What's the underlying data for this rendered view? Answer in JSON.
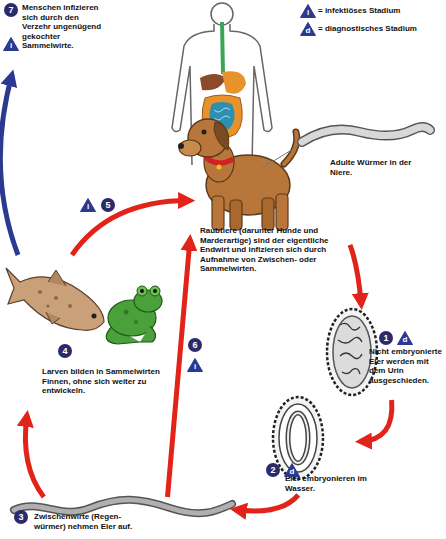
{
  "diagram": {
    "nodes": [
      {
        "text": [
          "Menschen infizieren sich durch den Verzehr ungenügend gekochter Sammelwirte."
        ]
      },
      {
        "text": [
          "Raubtiere (darunter Hunde und Marderartige) sind der eigentliche Endwirt und infizieren sich durch Aufnahme von Zwischen- oder Sammelwirten."
        ]
      },
      {
        "text": [
          "Nicht embryonierte Eier werden mit dem Urin ausgeschieden."
        ]
      },
      {
        "text": [
          "Eier embryonieren im Wasser."
        ]
      },
      {
        "text": [
          "Zwischenwirte (Regen- würmer) nehmen Eier auf."
        ]
      },
      {
        "text": [
          "Larven bilden in Sammelwirten Finnen, ohne sich weiter zu entwickeln."
        ]
      }
    ],
    "edges": [
      {
        "from": 1,
        "to": 2,
        "arrow": "to"
      },
      {
        "from": 2,
        "to": 3,
        "arrow": "to"
      },
      {
        "from": 3,
        "to": 4,
        "arrow": "to"
      },
      {
        "from": 4,
        "to": 5,
        "arrow": "to"
      },
      {
        "from": 5,
        "to": 1,
        "label": "5",
        "arrow": "to"
      },
      {
        "from": 4,
        "to": 1,
        "label": "6",
        "arrow": "to"
      },
      {
        "from": 5,
        "to": 0,
        "arrow": "to"
      }
    ],
    "labels": [
      "i",
      "d",
      "7",
      "i",
      "Adulte Würmer in der Niere.",
      "1",
      "d",
      "2",
      "d",
      "3",
      "4",
      "i",
      "i"
    ],
    "legend": [
      {
        "text": "= infektiöses Stadium"
      },
      {
        "text": "= diagnostisches Stadium"
      }
    ]
  }
}
